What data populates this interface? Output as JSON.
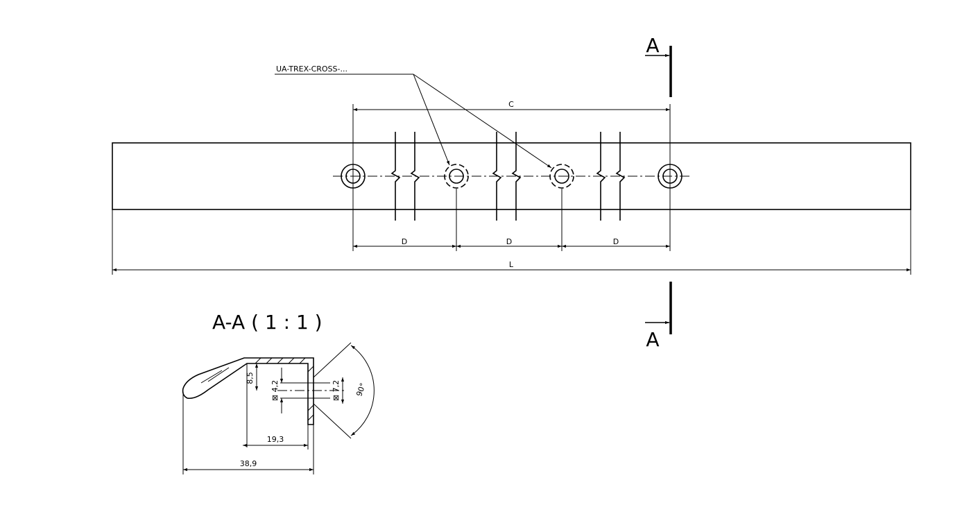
{
  "leader": {
    "label": "UA-TREX-CROSS-..."
  },
  "section_marker": {
    "top_letter": "A",
    "bottom_letter": "A"
  },
  "top_view": {
    "dim_c": "C",
    "dim_d": [
      "D",
      "D",
      "D"
    ],
    "dim_l": "L"
  },
  "section_view": {
    "title": "A-A ( 1 : 1 )",
    "dims": {
      "height": "8,5",
      "hole_small": "⊠ 4,2",
      "hole_large": "⊠ 7,2",
      "angle": "90°",
      "inner_width": "19,3",
      "total_width": "38,9"
    }
  }
}
